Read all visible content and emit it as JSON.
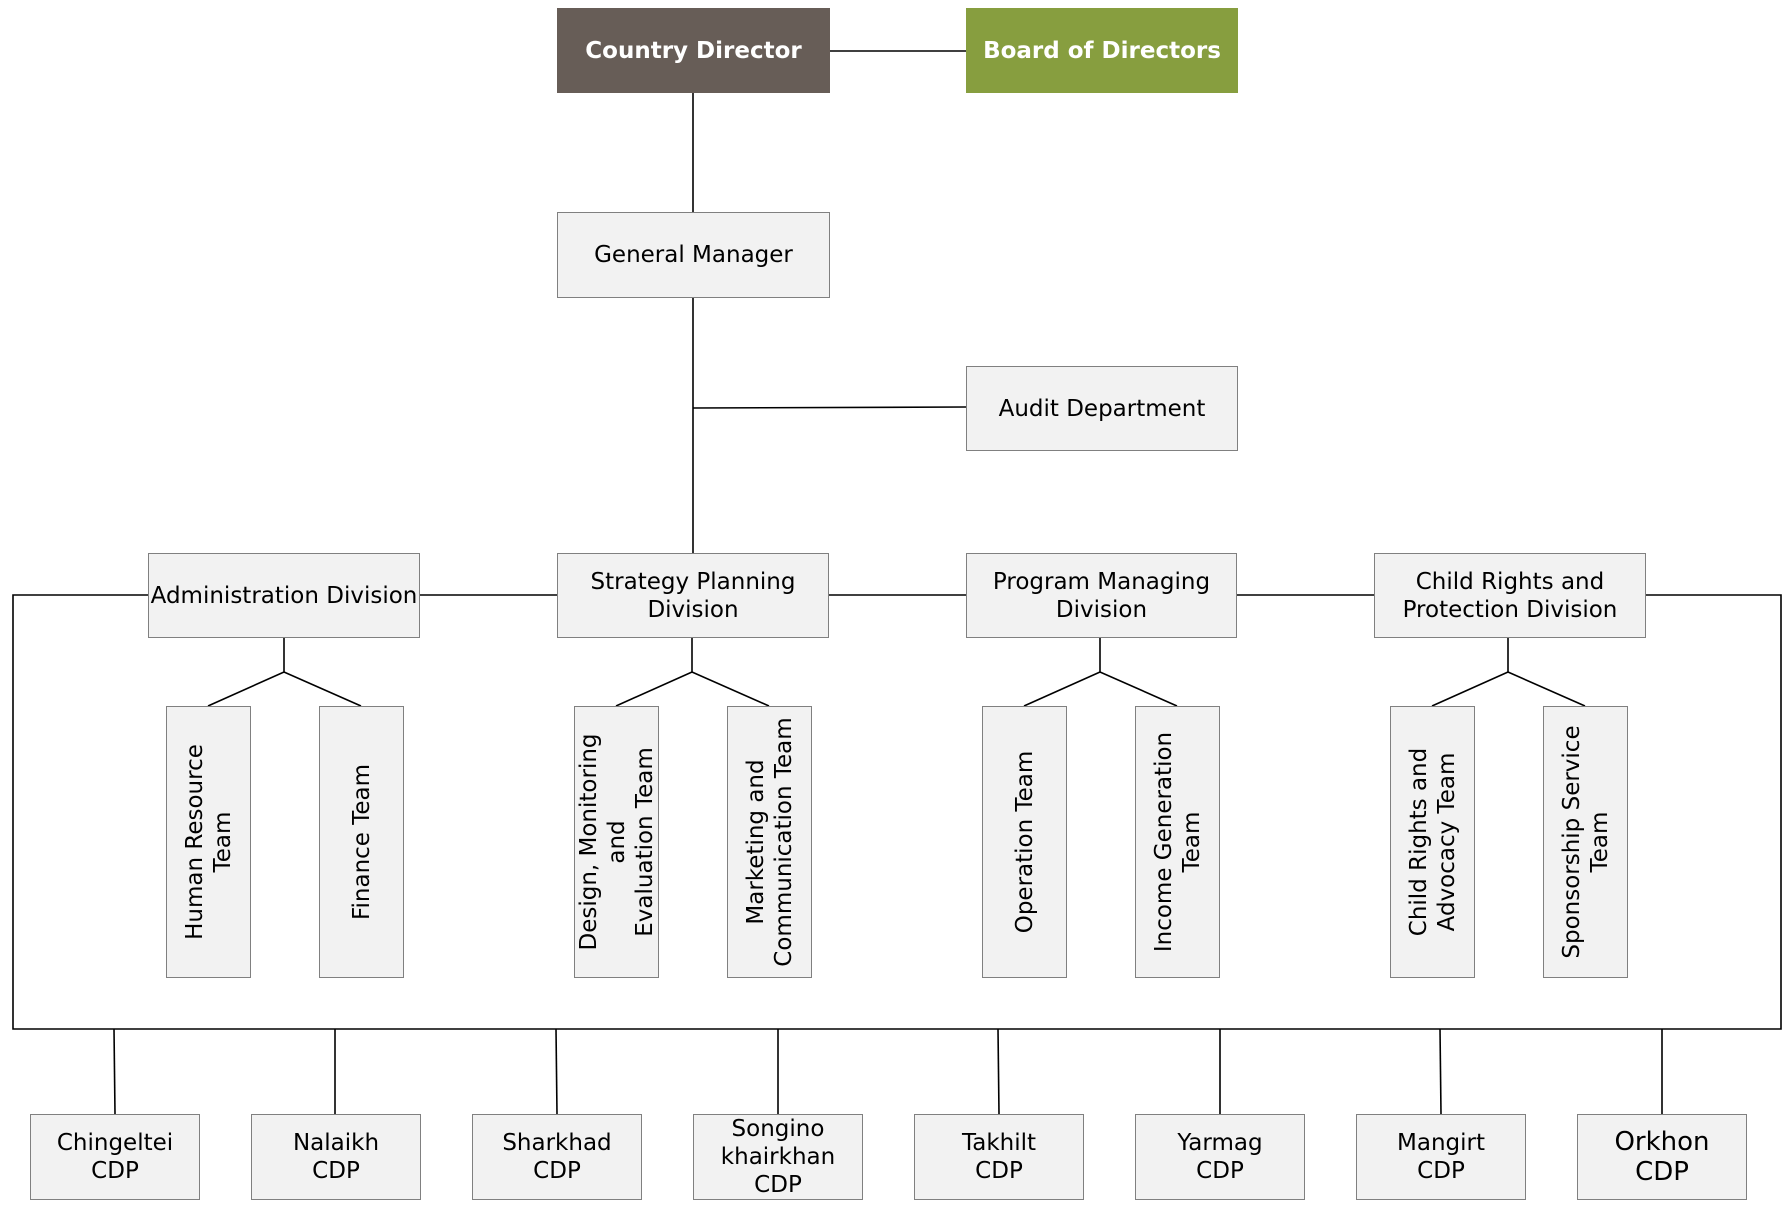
{
  "colors": {
    "director": "#675d57",
    "board": "#879e3f",
    "box_fill": "#f2f2f2",
    "box_border": "#808080"
  },
  "top": {
    "country_director": "Country Director",
    "board_of_directors": "Board of Directors",
    "general_manager": "General Manager",
    "audit_department": "Audit Department"
  },
  "divisions": [
    {
      "label": "Administration Division",
      "teams": [
        "Human Resource Team",
        "Finance Team"
      ]
    },
    {
      "label": "Strategy Planning\nDivision",
      "teams": [
        "Design, Monitoring and\nEvaluation Team",
        "Marketing and\nCommunication Team"
      ]
    },
    {
      "label": "Program Managing\nDivision",
      "teams": [
        "Operation Team",
        "Income Generation\nTeam"
      ]
    },
    {
      "label": "Child Rights and\nProtection Division",
      "teams": [
        "Child Rights and\nAdvocacy Team",
        "Sponsorship Service\nTeam"
      ]
    }
  ],
  "cdps": [
    "Chingeltei\nCDP",
    "Nalaikh\nCDP",
    "Sharkhad\nCDP",
    "Songino\nkhairkhan CDP",
    "Takhilt\nCDP",
    "Yarmag\nCDP",
    "Mangirt\nCDP",
    "Orkhon\nCDP"
  ]
}
